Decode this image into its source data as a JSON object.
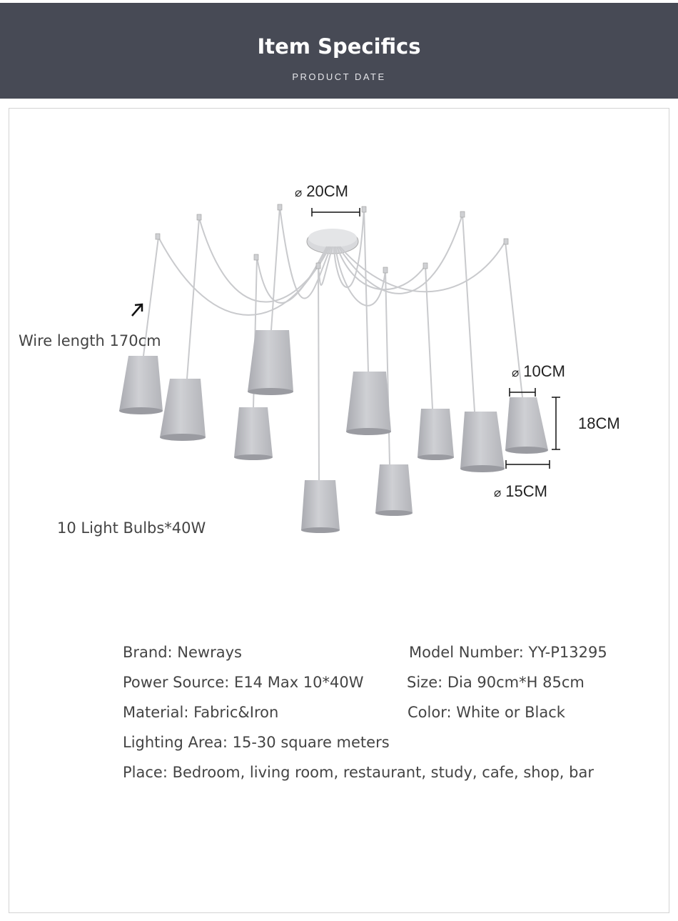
{
  "header": {
    "title": "Item Specifics",
    "subtitle": "PRODUCT DATE"
  },
  "illustration": {
    "wire_label": "Wire length 170cm",
    "bulbs_label": "10 Light Bulbs*40W",
    "dims": {
      "canopy": "20CM",
      "top_dia": "10CM",
      "height": "18CM",
      "bottom_dia": "15CM",
      "dia_symbol": "⌀"
    },
    "colors": {
      "shade": "#bfc0c5",
      "shade_inner": "#9a9ba1",
      "wire": "#c9cacd"
    }
  },
  "specs": {
    "brand": "Brand: Newrays",
    "model": "Model Number: YY-P13295",
    "power": "Power Source: E14 Max 10*40W",
    "size": "Size: Dia 90cm*H 85cm",
    "material": "Material: Fabric&Iron",
    "color": "Color: White or Black",
    "area": "Lighting Area: 15-30 square meters",
    "place": "Place: Bedroom, living room, restaurant, study, cafe, shop, bar"
  },
  "colors": {
    "header_bg": "#474a55",
    "frame_border": "#d3d3d3"
  }
}
